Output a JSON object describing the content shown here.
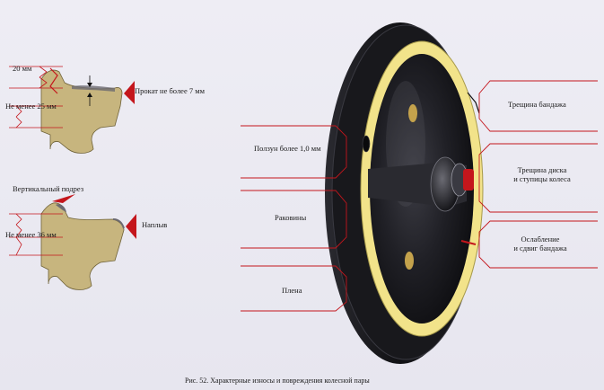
{
  "left_top": {
    "width_label": "20 мм",
    "thickness_label": "Не менее 25 мм",
    "rolling_label": "Прокат не более 7 мм"
  },
  "left_bottom": {
    "undercut_label": "Вертикальный подрез",
    "thickness_label": "Не менее 36 мм",
    "overflow_label": "Наплыв"
  },
  "middle": {
    "slider_label": "Ползун более 1,0 мм",
    "pits_label": "Раковины",
    "film_label": "Плена"
  },
  "right": {
    "tire_crack_label": "Трещина бандажа",
    "disk_crack_line1": "Трещина диска",
    "disk_crack_line2": "и ступицы колеса",
    "loosen_line1": "Ослабление",
    "loosen_line2": "и сдвиг бандажа"
  },
  "caption": "Рис. 52. Характерные износы и повреждения колесной пары",
  "colors": {
    "profile_fill": "#c7b57e",
    "leader_red": "#c4161c",
    "tire_yellow": "#f2e38a",
    "wheel_dark": "#1b1b1f"
  }
}
